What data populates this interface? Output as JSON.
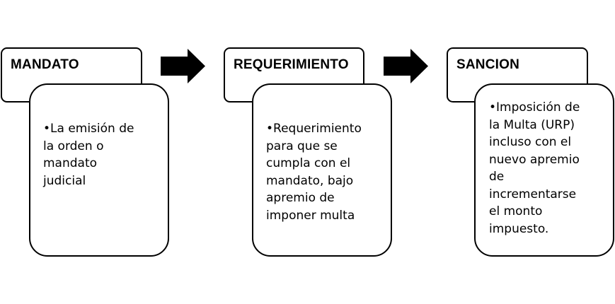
{
  "steps": [
    {
      "title": "MANDATO",
      "description": "•La emisión de\nla orden o\nmandato\njudicial"
    },
    {
      "title": "REQUERIMIENTO",
      "description": "•Requerimiento\npara que se\ncumpla con el\nmandato, bajo\napremio de\nimponer multa"
    },
    {
      "title": "SANCION",
      "description": "•Imposición de\nla Multa (URP)\nincluso con el\nnuevo apremio\nde\nincrementarse\nel monto\nimpuesto."
    }
  ],
  "arrows": [
    {
      "icon": "right-arrow-icon",
      "color": "#000000"
    },
    {
      "icon": "right-arrow-icon",
      "color": "#000000"
    }
  ],
  "colors": {
    "border": "#000000",
    "background": "#ffffff",
    "text": "#000000"
  }
}
